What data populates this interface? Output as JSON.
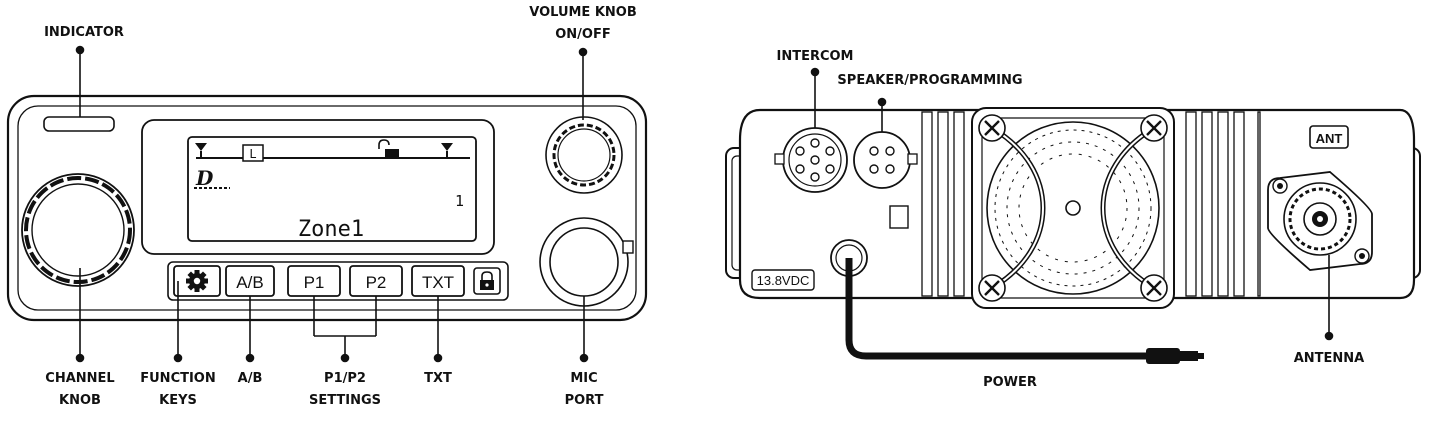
{
  "front_panel": {
    "labels": {
      "indicator": "INDICATOR",
      "volume_line1": "VOLUME KNOB",
      "volume_line2": "ON/OFF",
      "channel_line1": "CHANNEL",
      "channel_line2": "KNOB",
      "function_line1": "FUNCTION",
      "function_line2": "KEYS",
      "ab": "A/B",
      "p1p2_line1": "P1/P2",
      "p1p2_line2": "SETTINGS",
      "txt": "TXT",
      "mic_line1": "MIC",
      "mic_line2": "PORT"
    },
    "buttons": {
      "ab": "A/B",
      "p1": "P1",
      "p2": "P2",
      "txt": "TXT"
    },
    "display": {
      "mode_indicator": "L",
      "channel_number": "1",
      "zone": "Zone1"
    },
    "icons": [
      "gear-icon",
      "lock-icon",
      "signal-icon",
      "unlock-icon",
      "digital-mode-icon"
    ]
  },
  "rear_panel": {
    "labels": {
      "intercom": "INTERCOM",
      "speaker_programming": "SPEAKER/PROGRAMMING",
      "power": "POWER",
      "antenna": "ANTENNA"
    },
    "ant_plate": "ANT",
    "voltage_plate": "13.8VDC"
  }
}
